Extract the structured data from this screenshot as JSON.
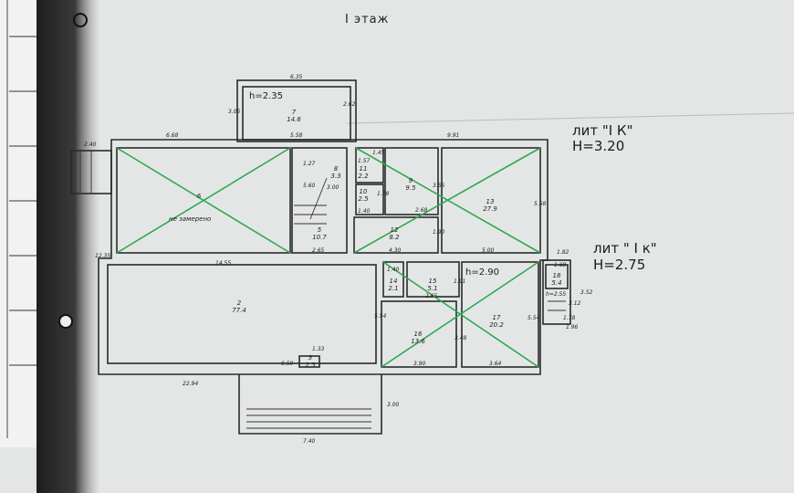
{
  "title": "I этаж",
  "lit_labels": [
    {
      "name": "лит \"I К\"",
      "height": "H=3.20"
    },
    {
      "name": "лит \" I к\"",
      "height": "H=2.75"
    }
  ],
  "note": "не замерено",
  "heights": {
    "annex": "h=2.35",
    "room17": "h=2.90",
    "small": "h=2.55"
  },
  "rooms": [
    {
      "num": "7",
      "area": "14.6"
    },
    {
      "num": "6",
      "area": ""
    },
    {
      "num": "8",
      "area": "3.3"
    },
    {
      "num": "11",
      "area": "2.2"
    },
    {
      "num": "10",
      "area": "2.5"
    },
    {
      "num": "9",
      "area": "9.5"
    },
    {
      "num": "13",
      "area": "27.9"
    },
    {
      "num": "5",
      "area": "10.7"
    },
    {
      "num": "12",
      "area": "8.2"
    },
    {
      "num": "2",
      "area": "77.4"
    },
    {
      "num": "14",
      "area": "2.1"
    },
    {
      "num": "15",
      "area": "5.1"
    },
    {
      "num": "16",
      "area": "13.6"
    },
    {
      "num": "17",
      "area": "20.2"
    },
    {
      "num": "18",
      "area": "5.4"
    },
    {
      "num": "3",
      "area": "2.5"
    }
  ],
  "dimensions": [
    "6.35",
    "2.62",
    "3.05",
    "6.68",
    "5.58",
    "9.91",
    "2.40",
    "1.27",
    "3.00",
    "5.60",
    "1.57",
    "1.45",
    "1.78",
    "1.40",
    "3.55",
    "2.68",
    "5.58",
    "1.90",
    "2.65",
    "4.30",
    "5.00",
    "1.82",
    "12.35",
    "14.55",
    "5.54",
    "2.65",
    "1.91",
    "1.68",
    "3.52",
    "3.12",
    "1.78",
    "1.96",
    "5.54",
    "3.48",
    "3.90",
    "3.64",
    "0.50",
    "1.33",
    "22.94",
    "3.00",
    "7.40",
    "1.40"
  ],
  "colors": {
    "cross": "#2fa84f",
    "paper": "#e4e6e6",
    "ink": "#2a2a2a"
  }
}
